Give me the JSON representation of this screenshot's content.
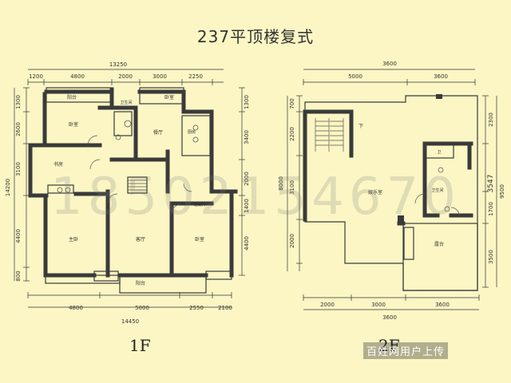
{
  "title": "237平顶楼复式",
  "floor1": {
    "label": "1F",
    "top_dims": [
      "13250",
      "1200",
      "4800",
      "2000",
      "3000",
      "2250"
    ],
    "bottom_dims": [
      "4800",
      "5000",
      "2550",
      "2100",
      "14450"
    ],
    "left_dims": [
      "1300",
      "2600",
      "3100",
      "14200",
      "4400",
      "800"
    ],
    "right_dims": [
      "1300",
      "3400",
      "2000",
      "1400",
      "4400"
    ],
    "rooms": [
      "阳台",
      "卧室",
      "卫生间",
      "餐厅",
      "厨房",
      "书房",
      "卧室",
      "主卧",
      "客厅",
      "卧室",
      "储藏间",
      "阳台"
    ]
  },
  "floor2": {
    "label": "2F",
    "top_dims": [
      "3600",
      "5000",
      "3600"
    ],
    "bottom_dims": [
      "2000",
      "3000",
      "3600",
      "3600"
    ],
    "left_dims": [
      "700",
      "2200",
      "8000",
      "3100",
      "2000"
    ],
    "right_dims": [
      "2300",
      "3547",
      "9500",
      "1700",
      "3500"
    ],
    "rooms": [
      "下",
      "娱乐室",
      "卫",
      "卫生间",
      "露台"
    ]
  },
  "watermark_number": "18502154670",
  "source_badge": "百姓网用户上传"
}
